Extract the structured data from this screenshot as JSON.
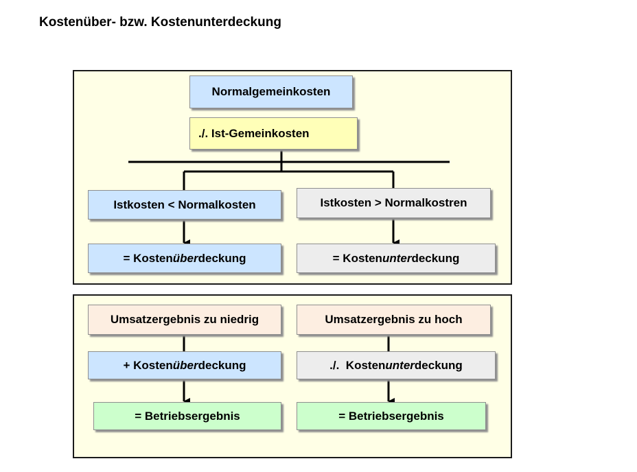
{
  "title": "Kostenüber- bzw. Kostenunterdeckung",
  "top_panel": {
    "normal": "Normalgemeinkosten",
    "ist": "./. Ist-Gemeinkosten",
    "left_condition": "Istkosten < Normalkosten",
    "right_condition": "Istkosten > Normalkostren",
    "left_result": {
      "prefix": "= Kosten",
      "emph": "über",
      "suffix": "deckung"
    },
    "right_result": {
      "prefix": "= Kosten",
      "emph": "unter",
      "suffix": "deckung"
    }
  },
  "bottom_panel": {
    "left_start": "Umsatzergebnis zu niedrig",
    "right_start": "Umsatzergebnis zu hoch",
    "left_mid": {
      "prefix": "+ Kosten",
      "emph": "über",
      "suffix": "deckung"
    },
    "right_mid": {
      "prefix": "./.  Kosten",
      "emph": "unter",
      "suffix": "deckung"
    },
    "left_result": "= Betriebsergebnis",
    "right_result": "= Betriebsergebnis"
  },
  "colors": {
    "panel_bg": "#ffffe6",
    "blue_box": "#cce5ff",
    "gray_box": "#ededed",
    "yellow_box": "#ffffb8",
    "peach_box": "#fdeee1",
    "green_box": "#ccffcc"
  }
}
